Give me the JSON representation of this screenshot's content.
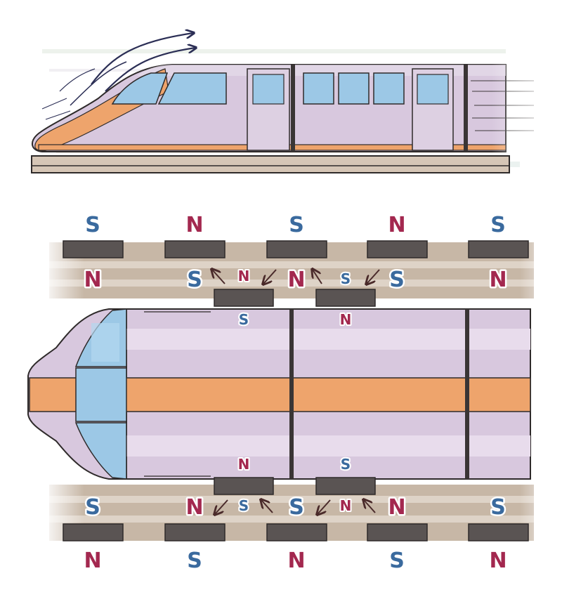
{
  "colors": {
    "north": "#a3284f",
    "south": "#3a6a9e",
    "train_body": "#d8c8de",
    "train_stripe": "#eea46c",
    "window": "#9cc8e6",
    "magnet": "#5a5453",
    "track": "#c7b7a6",
    "outline": "#2e2a2a",
    "airflow": "#2b2e55"
  },
  "icons": {
    "train": "side-view-train-icon",
    "airflow": "airflow-arrow-icon",
    "force_arrow": "force-arrow-icon"
  },
  "top_magnets": {
    "outer_labels": [
      "S",
      "N",
      "S",
      "N",
      "S"
    ],
    "inner_labels": [
      "N",
      "S",
      "N",
      "S",
      "N"
    ]
  },
  "bottom_magnets": {
    "inner_labels": [
      "S",
      "N",
      "S",
      "N",
      "S"
    ],
    "outer_labels": [
      "N",
      "S",
      "N",
      "S",
      "N"
    ]
  },
  "train_magnets": {
    "top_left": "S",
    "top_right": "N",
    "top_left_inner": "N",
    "top_right_inner": "S",
    "bottom_left": "N",
    "bottom_right": "S",
    "bottom_left_inner": "S",
    "bottom_right_inner": "N"
  }
}
